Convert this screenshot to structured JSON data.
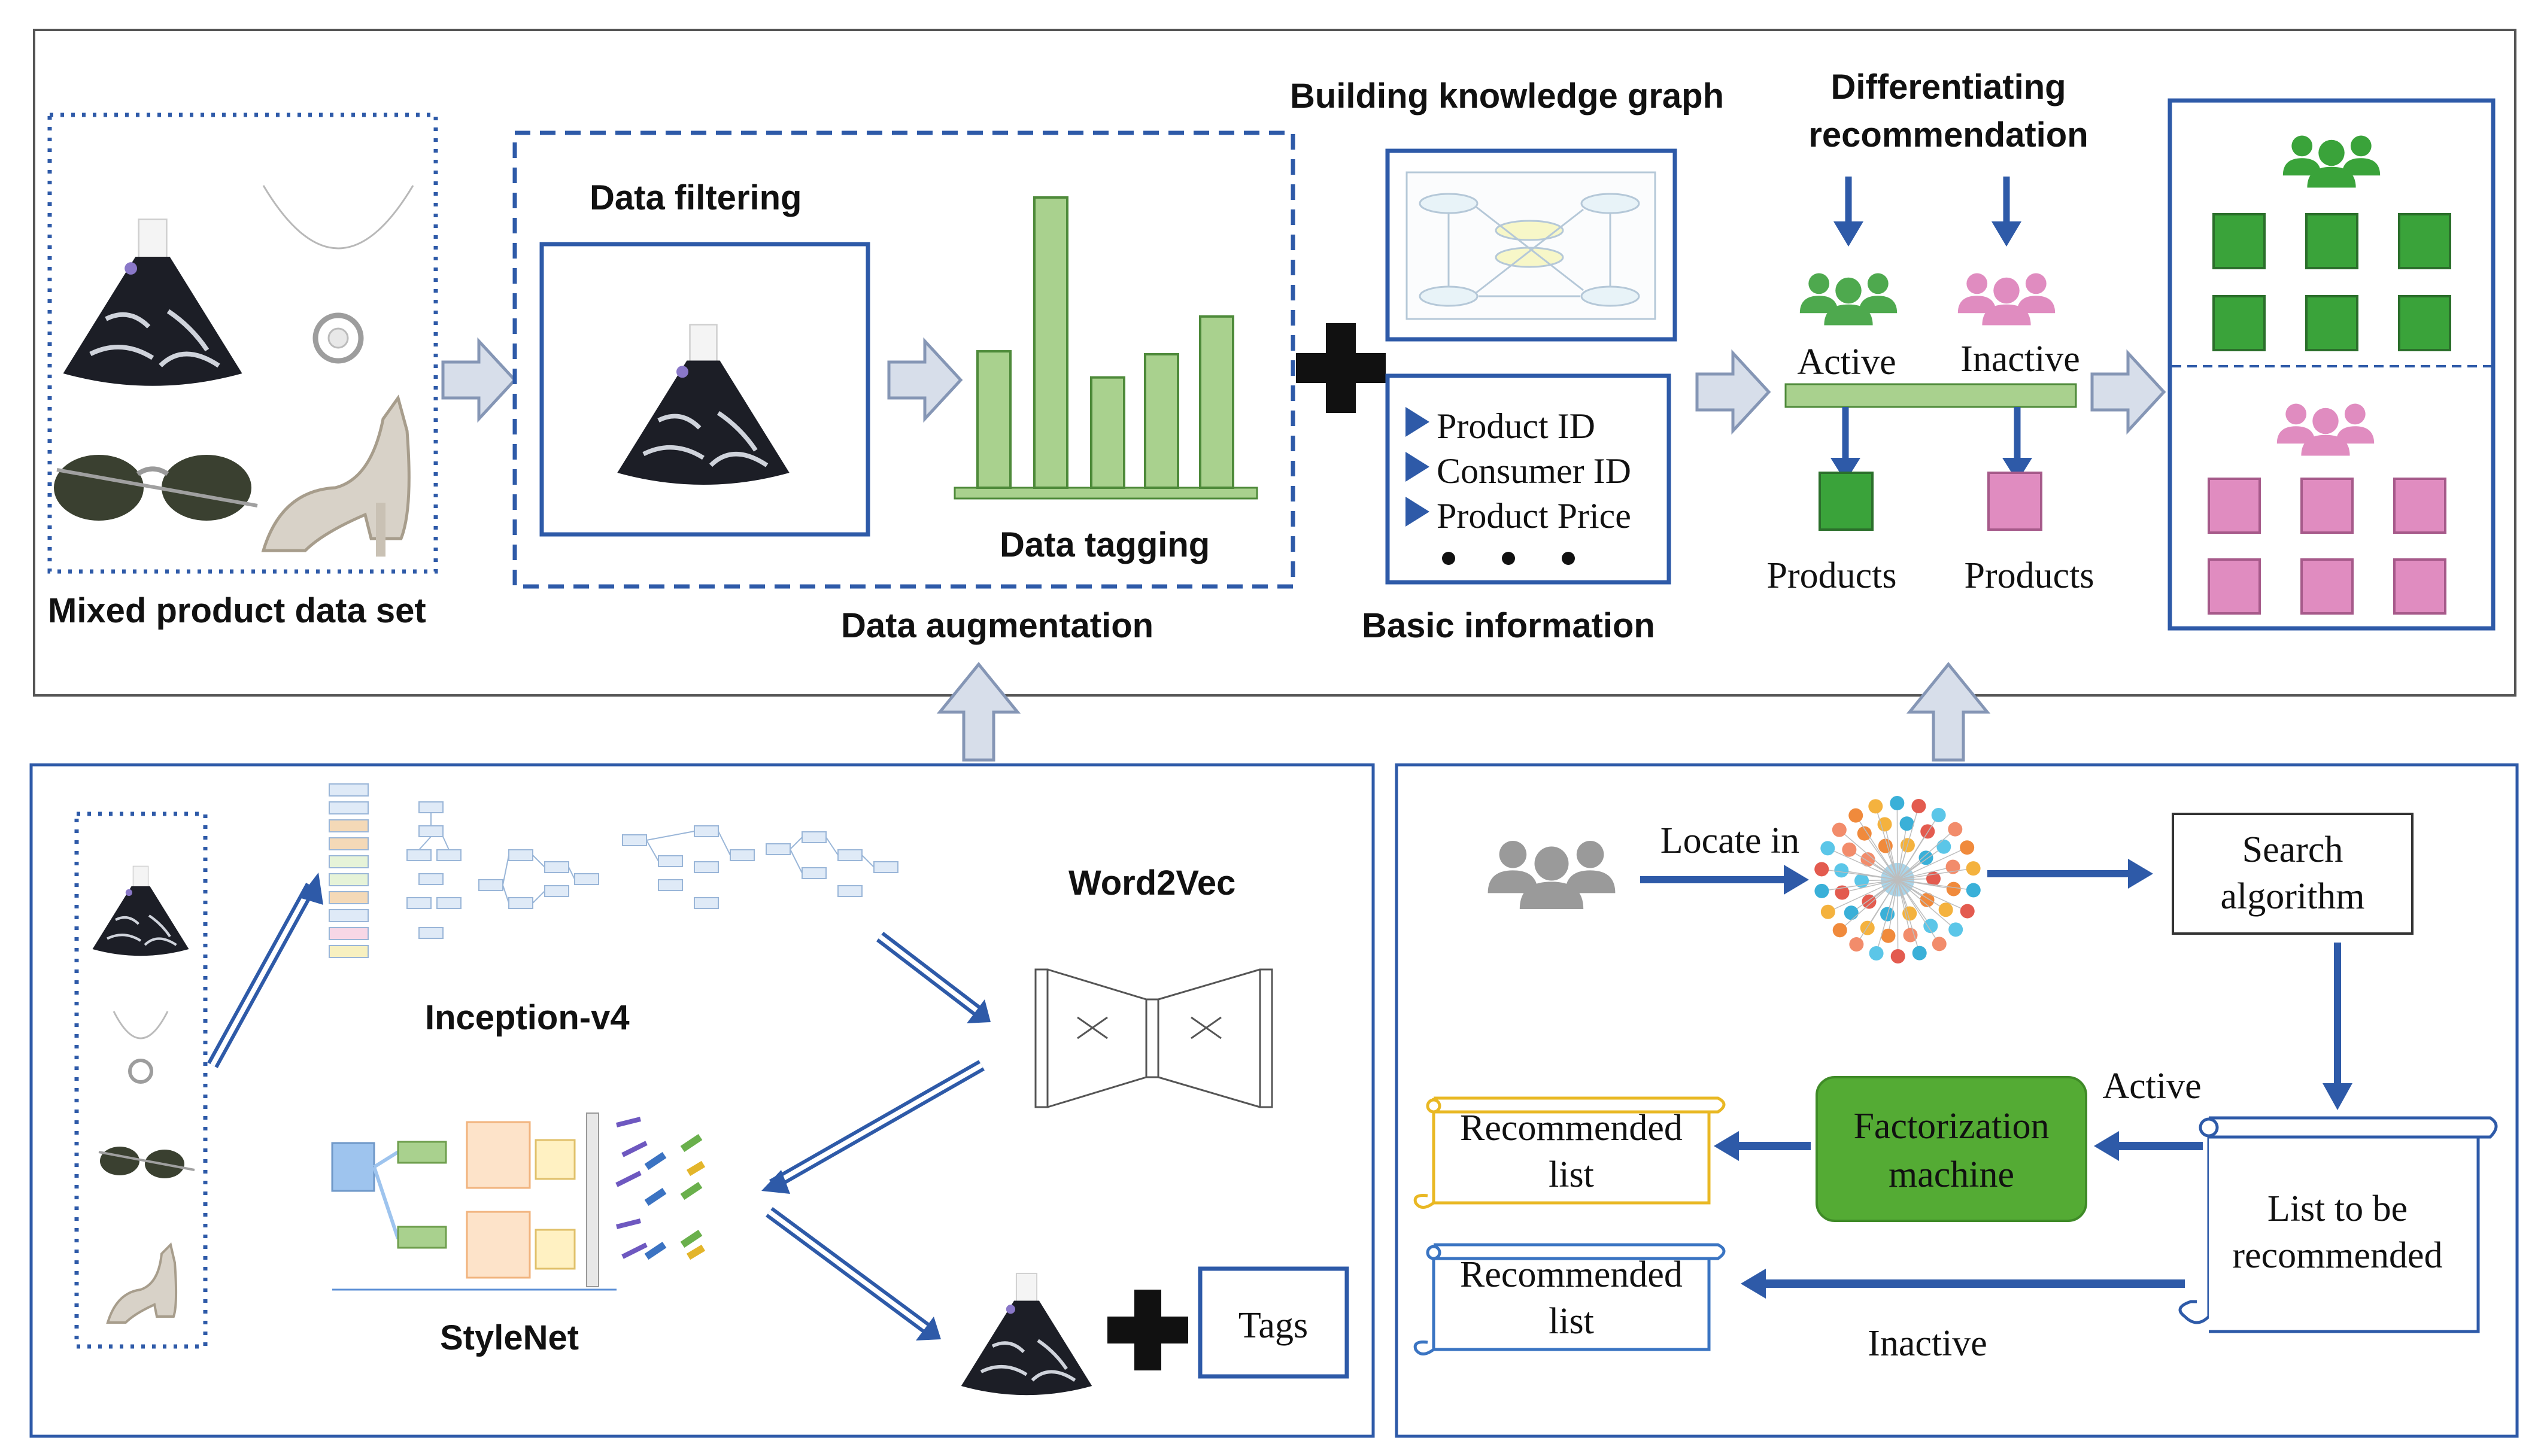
{
  "top": {
    "mixed_dataset_label": "Mixed product data set",
    "data_filtering_label": "Data filtering",
    "data_tagging_label": "Data tagging",
    "data_augmentation_label": "Data augmentation",
    "knowledge_graph_title": "Building knowledge graph",
    "basic_info_label": "Basic information",
    "basic_info_items": [
      "Product ID",
      "Consumer ID",
      "Product Price"
    ],
    "differentiating_title_line1": "Differentiating",
    "differentiating_title_line2": "recommendation",
    "active_label": "Active",
    "inactive_label": "Inactive",
    "products_label_1": "Products",
    "products_label_2": "Products",
    "tagging_bar_levels": [
      0.47,
      1.0,
      0.38,
      0.46,
      0.59
    ]
  },
  "bottom_left": {
    "inception_label": "Inception-v4",
    "word2vec_label": "Word2Vec",
    "stylenet_label": "StyleNet",
    "tags_label": "Tags"
  },
  "bottom_right": {
    "locate_label": "Locate in",
    "search_line1": "Search",
    "search_line2": "algorithm",
    "active_label": "Active",
    "fm_line1": "Factorization",
    "fm_line2": "machine",
    "rec1_line1": "Recommended",
    "rec1_line2": "list",
    "rec2_line1": "Recommended",
    "rec2_line2": "list",
    "list_line1": "List to be",
    "list_line2": "recommended",
    "inactive_label": "Inactive"
  },
  "colors": {
    "frame_blue": "#2e5aa8",
    "arrow_fill": "#d7deea",
    "arrow_stroke": "#8596b5",
    "bar_green": "#a9d18e",
    "bar_stroke": "#4e8a3a",
    "green": "#3aa33a",
    "pink": "#e08cc0",
    "fm_green": "#54ab34",
    "gold": "#e9b824",
    "gray": "#9a9a9a"
  }
}
